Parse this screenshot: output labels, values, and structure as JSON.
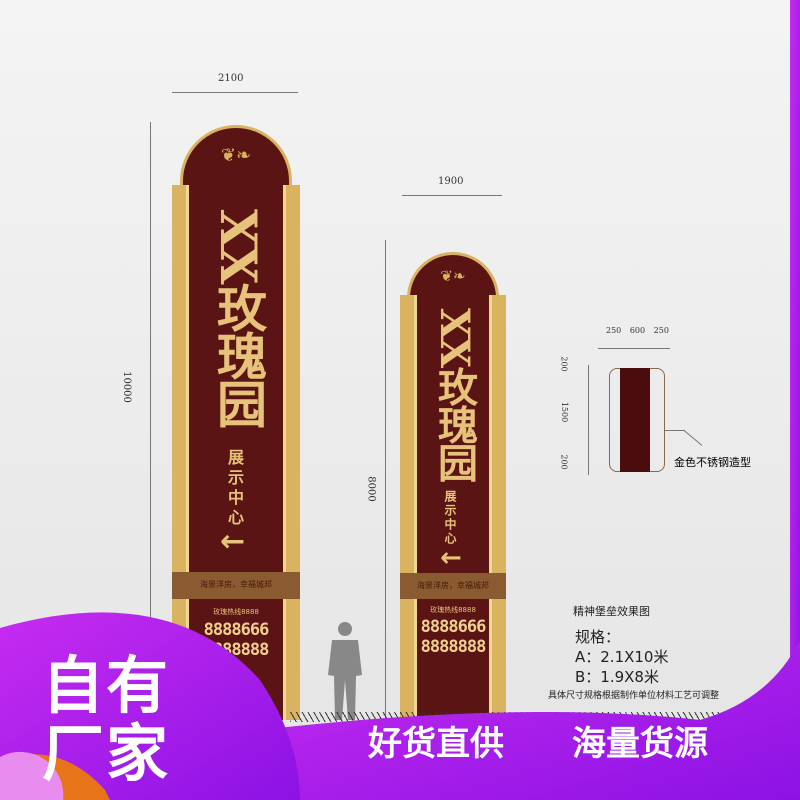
{
  "dimensions": {
    "sign_a_width": "2100",
    "sign_a_height": "10000",
    "sign_b_width": "1900",
    "sign_b_height": "8000"
  },
  "sign": {
    "title": "XX玫瑰园",
    "subtitle": "展示中心",
    "arrow": "←",
    "slogan": "海景洋房，幸福城邦",
    "hotline": "玫瑰热线8888",
    "phone1": "8888666",
    "phone2": "8888888"
  },
  "plan": {
    "top": [
      "250",
      "600",
      "250"
    ],
    "side": [
      "200",
      "1500",
      "200"
    ],
    "callout": "金色不锈钢造型"
  },
  "specs": {
    "caption": "精神堡垒效果图",
    "heading": "规格：",
    "a": "A：2.1X10米",
    "b": "B：1.9X8米",
    "note": "具体尺寸规格根据制作单位材料工艺可调整"
  },
  "promo": {
    "badge_line1": "自有",
    "badge_line2": "厂家",
    "slogan1": "好货直供",
    "slogan2": "海量货源"
  },
  "colors": {
    "purple": "#b71ee8",
    "maroon": "#5a1414",
    "gold": "#d9b35f"
  }
}
